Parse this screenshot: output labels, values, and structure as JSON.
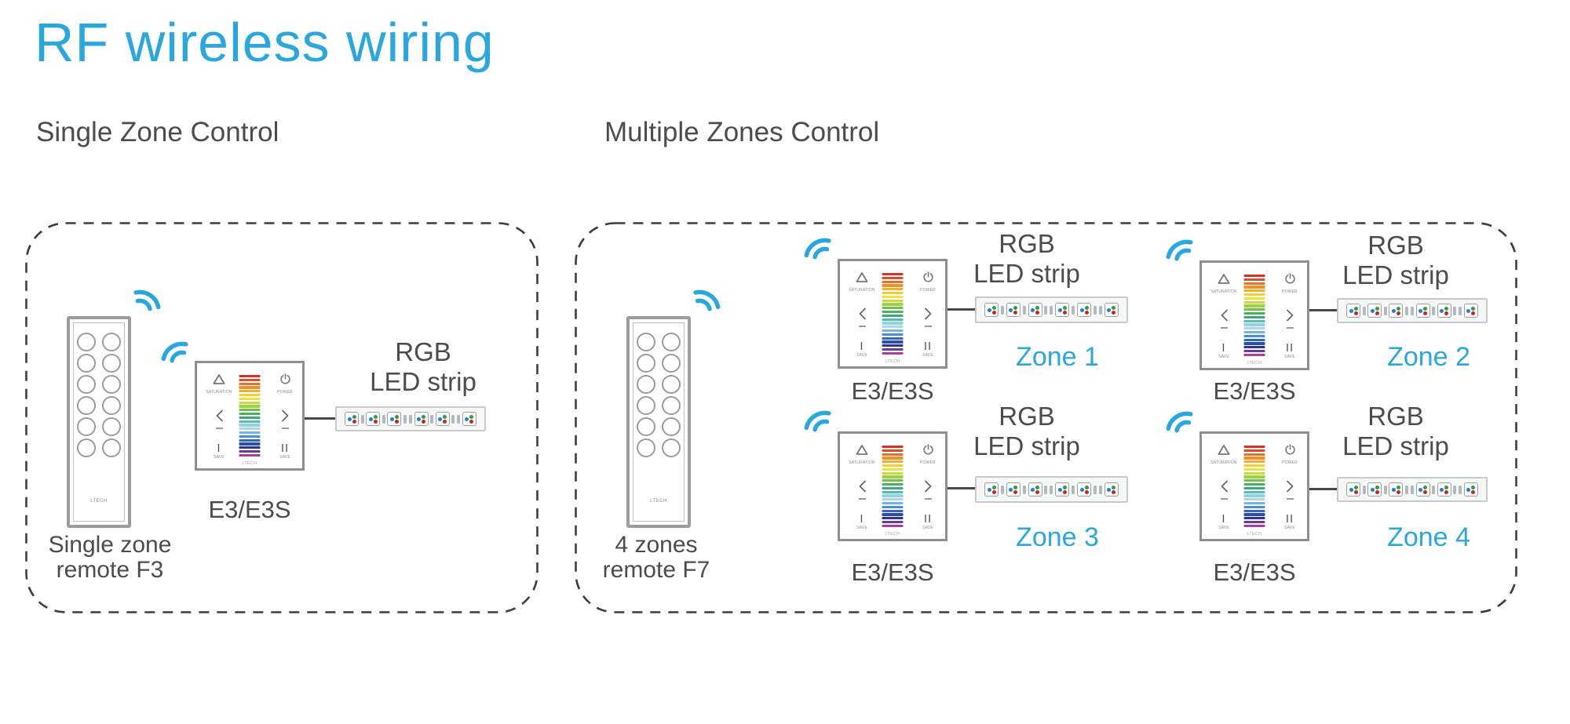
{
  "title": "RF wireless wiring",
  "colors": {
    "accent": "#29A7DE",
    "text": "#4C4C4C"
  },
  "sections": {
    "single_zone": {
      "heading": "Single Zone Control"
    },
    "multiple_zones": {
      "heading": "Multiple Zones Control"
    }
  },
  "remote_f3": {
    "label_line1": "Single zone",
    "label_line2": "remote F3",
    "brand": "LTECH"
  },
  "remote_f7": {
    "label_line1": "4 zones",
    "label_line2": "remote F7",
    "brand": "LTECH"
  },
  "remote": {
    "button_count": 12,
    "columns": 2
  },
  "panel": {
    "model": "E3/E3S",
    "brand": "LTECH",
    "saturation_label": "SATURATION",
    "power_label": "POWER",
    "save1": "I",
    "save2": "II",
    "save_label": "SAVE",
    "gradient_colors": [
      "#d23227",
      "#da4f28",
      "#e2702a",
      "#e9912c",
      "#edb12e",
      "#f0cf33",
      "#eee33a",
      "#c6dc3c",
      "#9ed044",
      "#73c04d",
      "#4bb259",
      "#3ba97e",
      "#57bcb4",
      "#8fd3dd",
      "#a9d6ef",
      "#76b4e6",
      "#4a8ed5",
      "#2f6ac2",
      "#2c4cab",
      "#2c3390",
      "#6a3a9a",
      "#a83f9e"
    ]
  },
  "strip_label": {
    "line1": "RGB",
    "line2": "LED strip"
  },
  "strip": {
    "led_count": 6,
    "separator_pattern": [
      "single",
      "single",
      "double",
      "single",
      "double"
    ],
    "dot_colors": [
      "#1e7fd6",
      "#2f9e3f",
      "#c5281c"
    ]
  },
  "zones": [
    {
      "label": "Zone 1"
    },
    {
      "label": "Zone 2"
    },
    {
      "label": "Zone 3"
    },
    {
      "label": "Zone 4"
    }
  ]
}
